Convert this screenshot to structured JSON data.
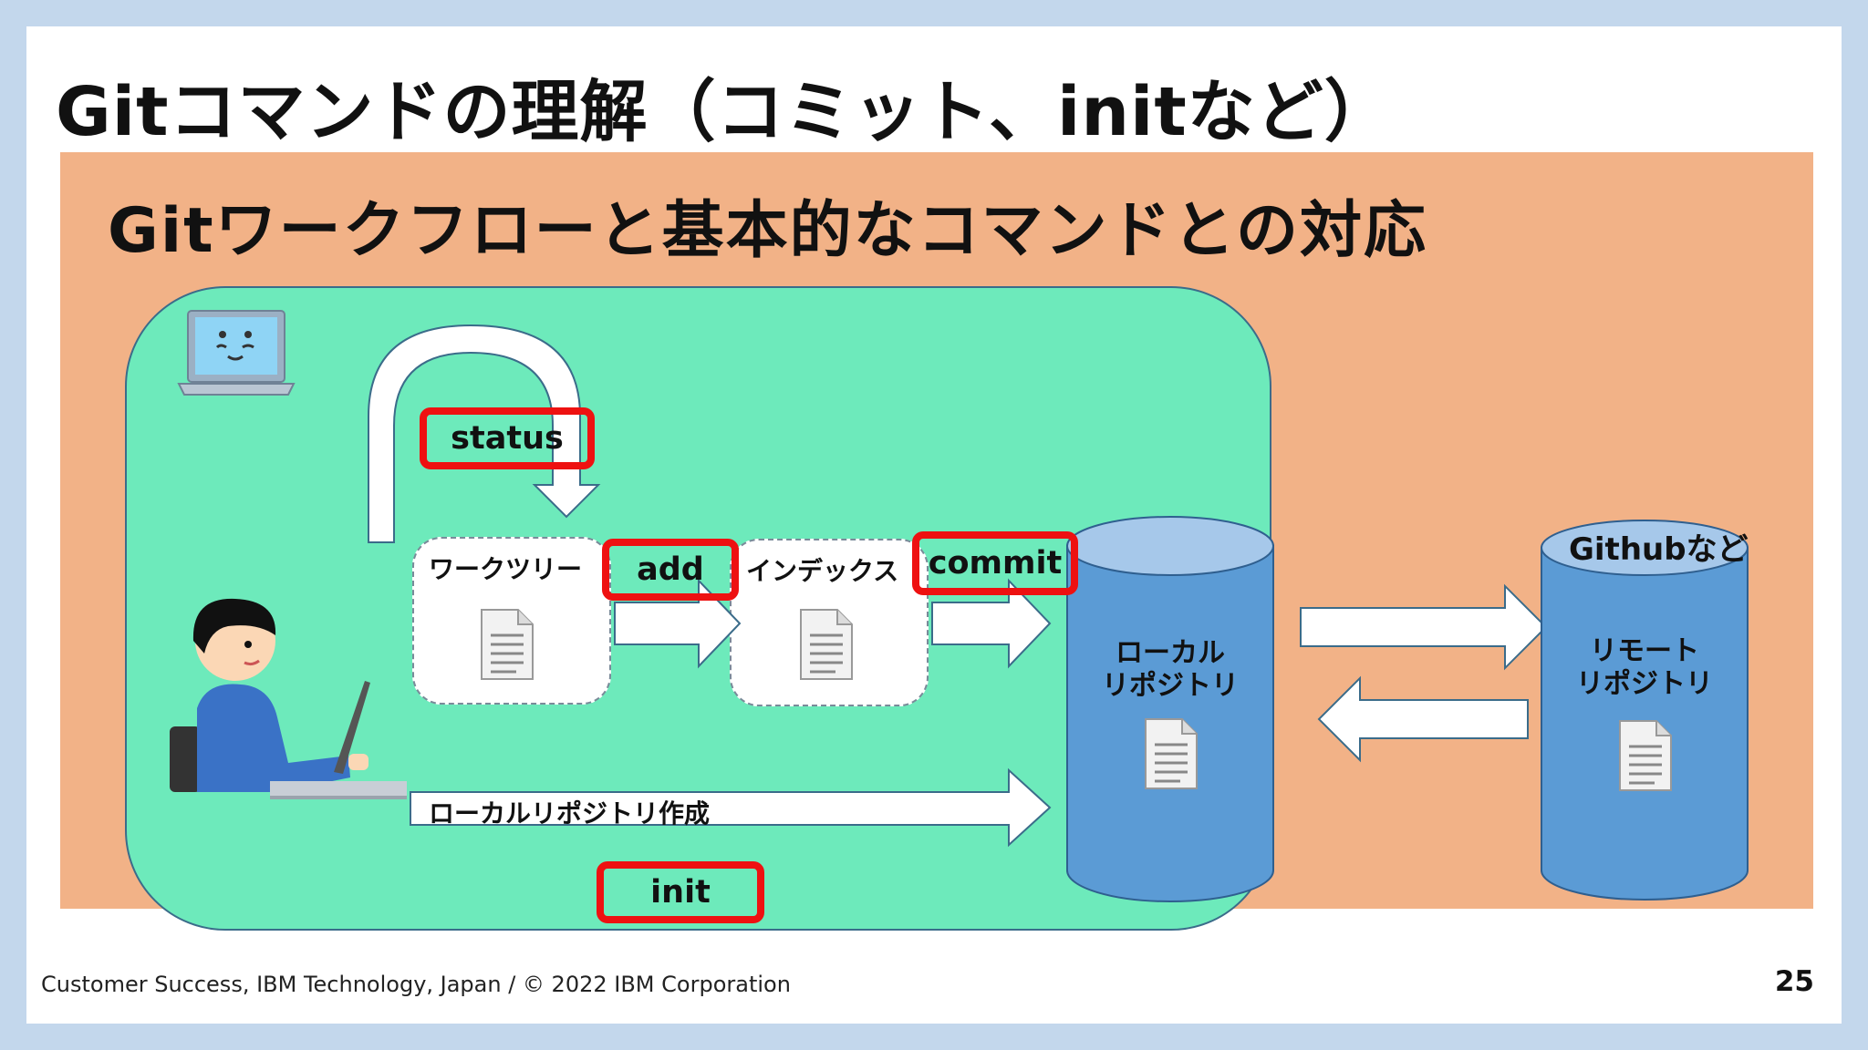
{
  "slide": {
    "title": "Gitコマンドの理解（コミット、initなど）",
    "subtitle": "Gitワークフローと基本的なコマンドとの対応",
    "footer": "Customer Success, IBM Technology, Japan / © 2022 IBM Corporation",
    "page_number": "25"
  },
  "diagram": {
    "work_tree_label": "ワークツリー",
    "index_label": "インデックス",
    "local_repo_label": [
      "ローカル",
      "リポジトリ"
    ],
    "remote_repo_label": [
      "リモート",
      "リポジトリ"
    ],
    "remote_host_label": "Githubなど",
    "create_local_repo_label": "ローカルリポジトリ作成",
    "commands": {
      "status": "status",
      "add": "add",
      "commit": "commit",
      "init": "init"
    }
  },
  "icons": [
    "laptop-face-icon",
    "person-at-computer-icon",
    "document-icon"
  ],
  "colors": {
    "background": "#c3d7ec",
    "panel": "#f2b287",
    "workspace": "#6deabb",
    "repository": "#5b9bd5",
    "highlight": "#ee1111"
  }
}
